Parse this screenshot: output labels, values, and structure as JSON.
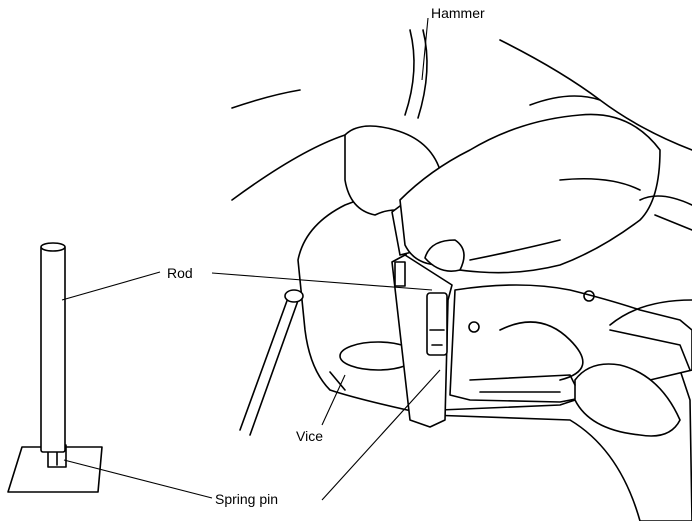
{
  "figure": {
    "labels": {
      "hammer": "Hammer",
      "rod": "Rod",
      "vice": "Vice",
      "spring_pin": "Spring pin"
    }
  }
}
